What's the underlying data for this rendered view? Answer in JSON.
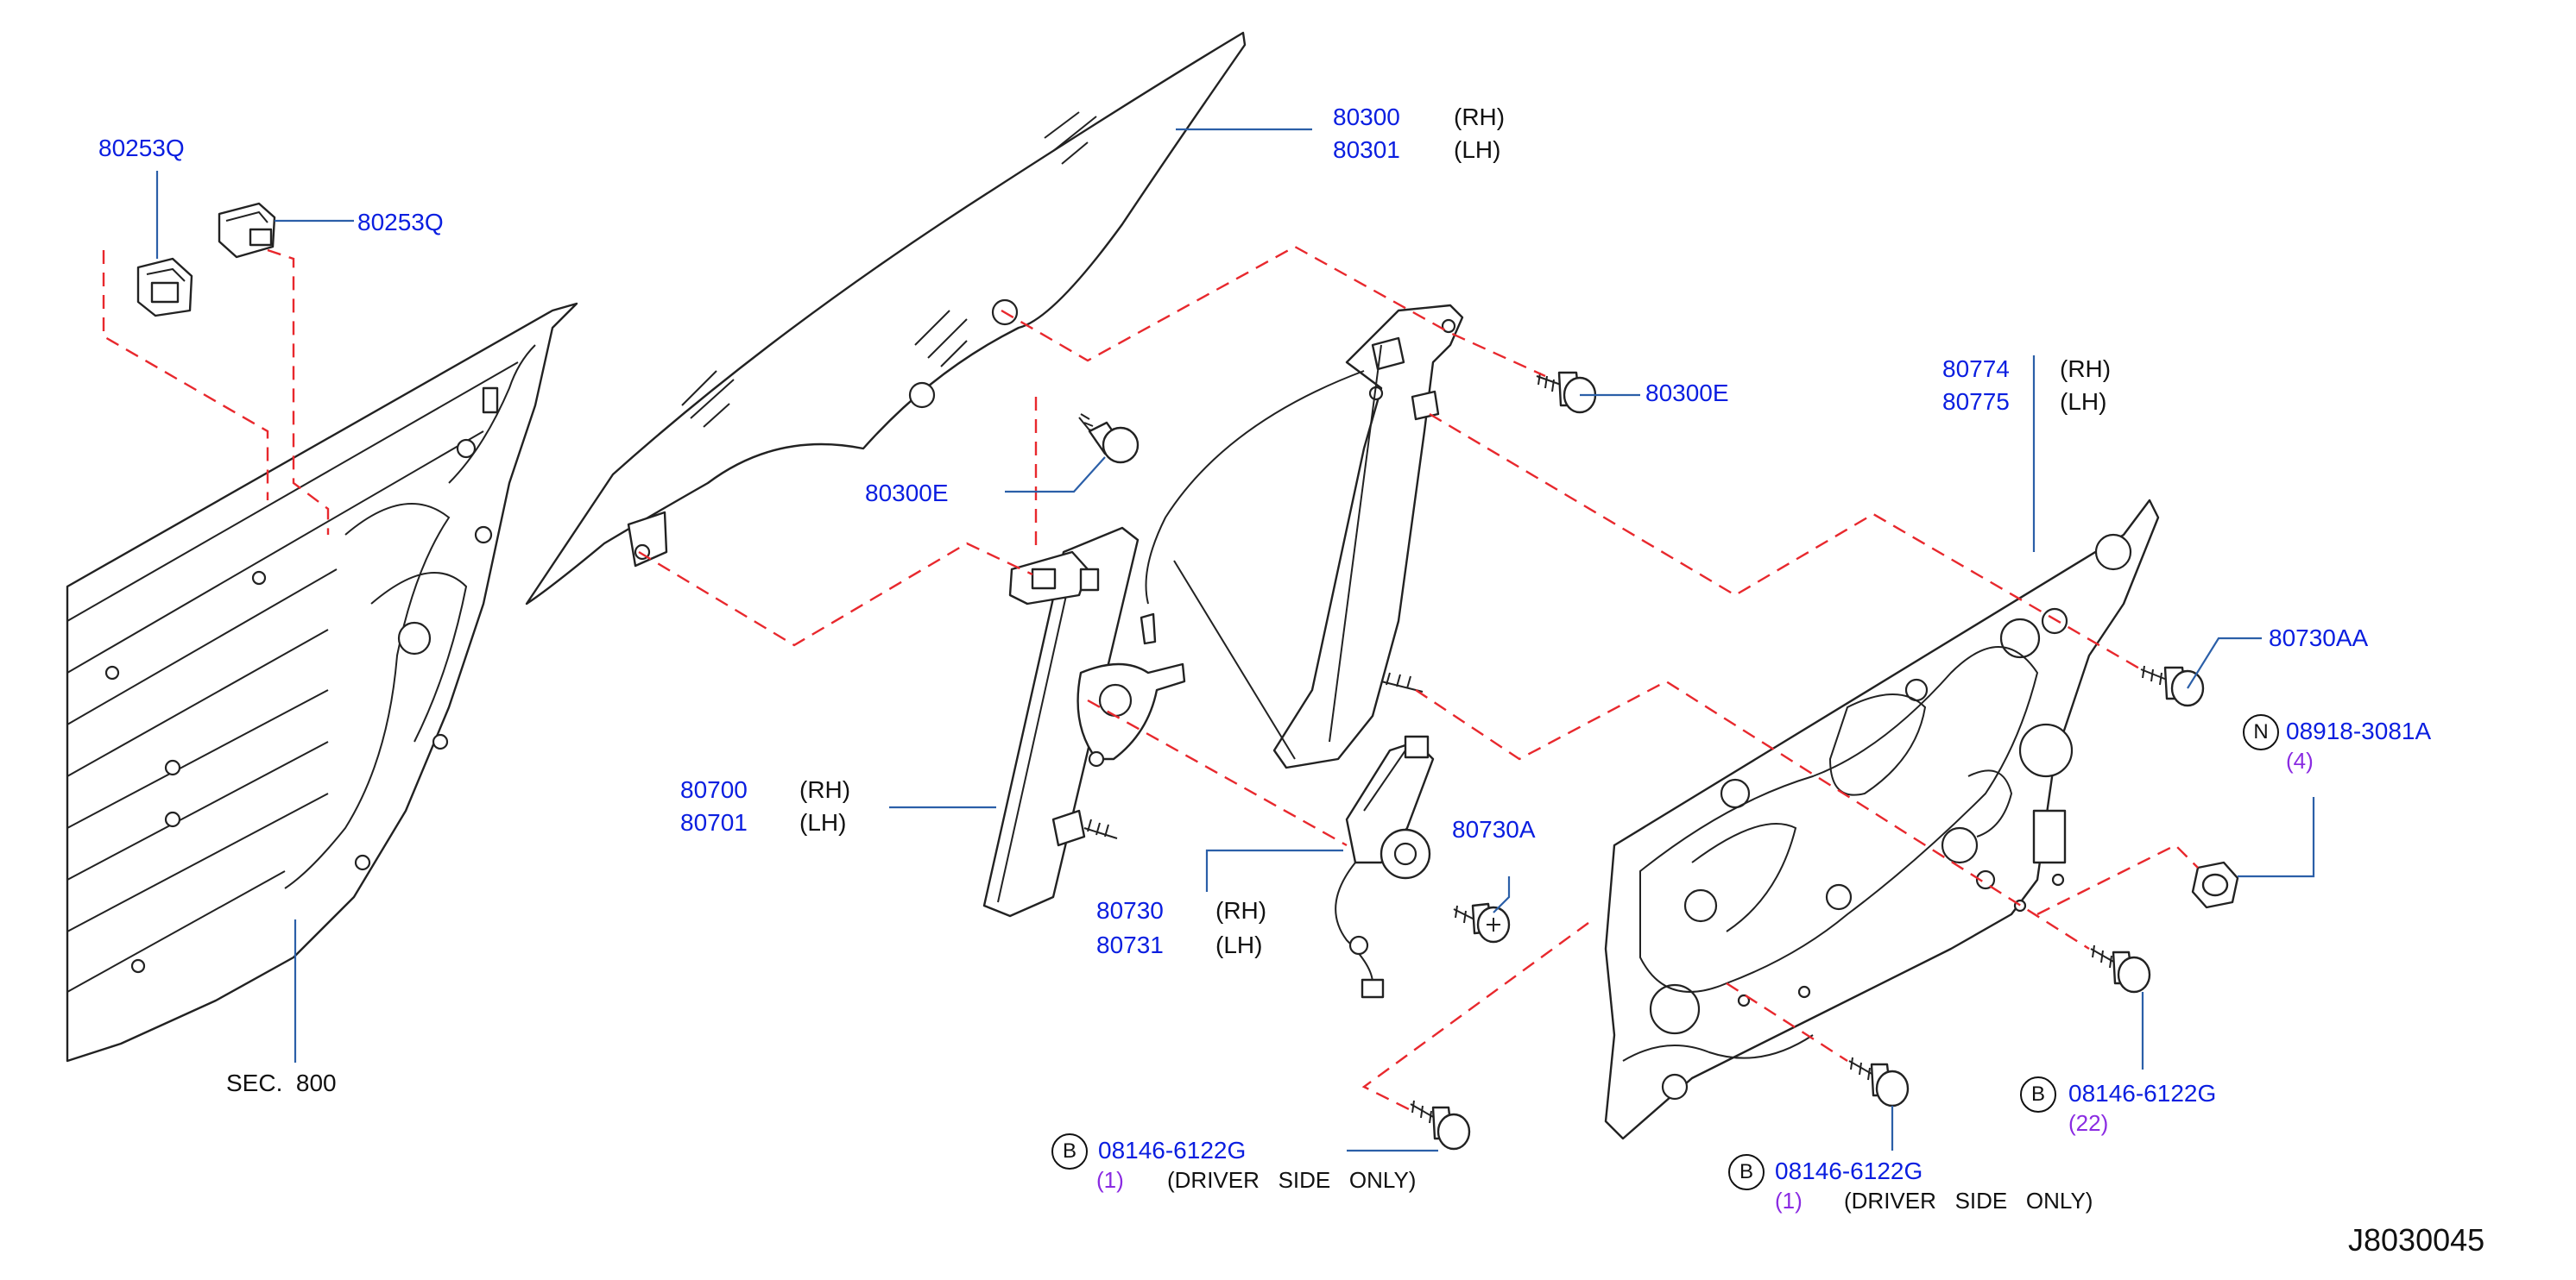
{
  "diagram_id": "J8030045",
  "labels": {
    "clip_a": "80253Q",
    "clip_b": "80253Q",
    "glass_rh": "80300",
    "glass_rh_side": "(RH)",
    "glass_lh": "80301",
    "glass_lh_side": "(LH)",
    "bolt_80300e_right": "80300E",
    "bolt_80300e_left": "80300E",
    "module_rh": "80774",
    "module_rh_side": "(RH)",
    "module_lh": "80775",
    "module_lh_side": "(LH)",
    "bolt_80730aa": "80730AA",
    "nut_part": "08918-3081A",
    "nut_qty": "(4)",
    "regulator_rh": "80700",
    "regulator_rh_side": "(RH)",
    "regulator_lh": "80701",
    "regulator_lh_side": "(LH)",
    "motor_screw": "80730A",
    "motor_rh": "80730",
    "motor_rh_side": "(RH)",
    "motor_lh": "80731",
    "motor_lh_side": "(LH)",
    "sec_ref": "SEC.  800",
    "bolt_b_right_part": "08146-6122G",
    "bolt_b_right_qty": "(22)",
    "bolt_b_mid_part": "08146-6122G",
    "bolt_b_mid_qty": "(1)",
    "bolt_b_mid_note": "(DRIVER   SIDE   ONLY)",
    "bolt_b_left_part": "08146-6122G",
    "bolt_b_left_qty": "(1)",
    "bolt_b_left_note": "(DRIVER   SIDE   ONLY)",
    "circle_b": "B",
    "circle_n": "N"
  },
  "colors": {
    "part_number": "#0a1ee0",
    "quantity": "#8a2be2",
    "leader_line": "#2b5fa8",
    "dashed_guide": "#e8282d",
    "outline": "#222222"
  }
}
